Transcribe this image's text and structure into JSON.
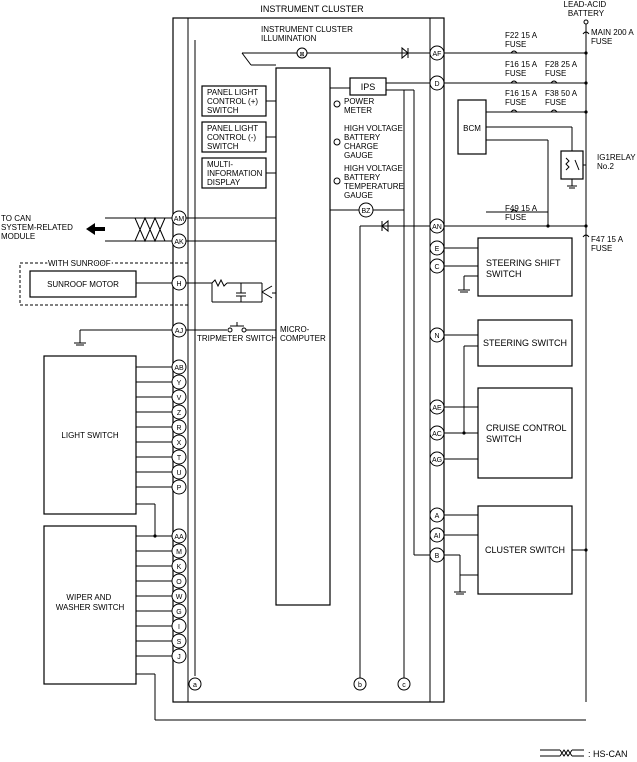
{
  "diagram": {
    "title": "INSTRUMENT CLUSTER",
    "battery": [
      "LEAD-ACID",
      "BATTERY"
    ],
    "main_fuse": [
      "MAIN 200 A",
      "FUSE"
    ],
    "fuses": {
      "f22": [
        "F22 15 A",
        "FUSE"
      ],
      "f16a": [
        "F16 15 A",
        "FUSE"
      ],
      "f28": [
        "F28 25 A",
        "FUSE"
      ],
      "f16b": [
        "F16 15 A",
        "FUSE"
      ],
      "f38": [
        "F38 50 A",
        "FUSE"
      ],
      "f49": [
        "F49 15 A",
        "FUSE"
      ],
      "f47": [
        "F47 15 A",
        "FUSE"
      ]
    },
    "ig1relay": [
      "IG1RELAY",
      "No.2"
    ],
    "bcm": "BCM",
    "ips": "IPS",
    "illumination": [
      "INSTRUMENT CLUSTER",
      "ILLUMINATION"
    ],
    "panel_plus": [
      "PANEL LIGHT",
      "CONTROL (+)",
      "SWITCH"
    ],
    "panel_minus": [
      "PANEL LIGHT",
      "CONTROL (-)",
      "SWITCH"
    ],
    "mid": [
      "MULTI-",
      "INFORMATION",
      "DISPLAY"
    ],
    "power_meter": [
      "POWER",
      "METER"
    ],
    "charge_gauge": [
      "HIGH VOLTAGE",
      "BATTERY",
      "CHARGE",
      "GAUGE"
    ],
    "temp_gauge": [
      "HIGH VOLTAGE",
      "BATTERY",
      "TEMPERATURE",
      "GAUGE"
    ],
    "buzzer": "BZ",
    "can_module": [
      "TO CAN",
      "SYSTEM-RELATED",
      "MODULE"
    ],
    "with_sunroof": "WITH SUNROOF",
    "sunroof_motor": "SUNROOF MOTOR",
    "tripmeter": "TRIPMETER SWITCH",
    "microcomputer": [
      "MICRO-",
      "COMPUTER"
    ],
    "light_switch": "LIGHT SWITCH",
    "wiper_switch": [
      "WIPER AND",
      "WASHER SWITCH"
    ],
    "steering_shift": [
      "STEERING SHIFT",
      "SWITCH"
    ],
    "steering_switch": "STEERING SWITCH",
    "cruise_control": [
      "CRUISE CONTROL",
      "SWITCH"
    ],
    "cluster_switch": "CLUSTER SWITCH",
    "legend": ": HS-CAN",
    "pins_right": [
      "AF",
      "D",
      "AN",
      "E",
      "C",
      "N",
      "AE",
      "AC",
      "AG",
      "A",
      "AI",
      "B"
    ],
    "pins_left": [
      "AM",
      "AK",
      "H",
      "AJ",
      "AB",
      "Y",
      "V",
      "Z",
      "R",
      "X",
      "T",
      "U",
      "P",
      "AA",
      "M",
      "K",
      "O",
      "W",
      "G",
      "I",
      "S",
      "J"
    ],
    "connectors": [
      "a",
      "b",
      "c"
    ]
  }
}
